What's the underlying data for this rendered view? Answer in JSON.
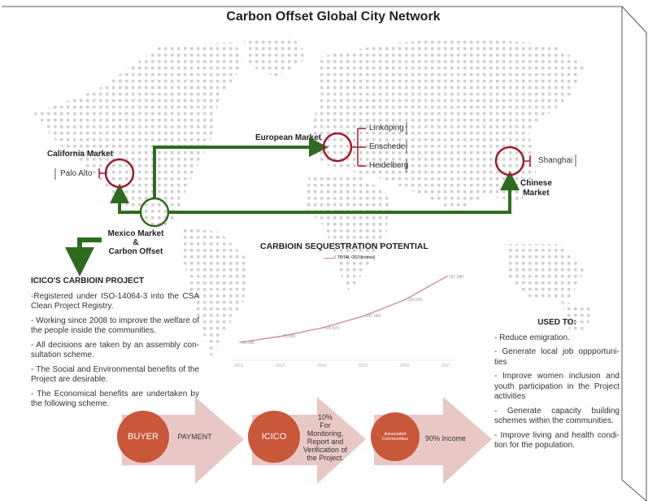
{
  "title": "Carbon Offset Global City Network",
  "markets": {
    "california": {
      "label": "California Market",
      "cities": [
        "Palo Alto"
      ]
    },
    "mexico": {
      "label_line1": "Mexico Market",
      "label_line2": "&",
      "label_line3": "Carbon Offset"
    },
    "european": {
      "label": "European Market",
      "cities": [
        "Linköping",
        "Enschede",
        "Heidelberg"
      ]
    },
    "chinese": {
      "label_line1": "Chinese",
      "label_line2": "Market",
      "cities": [
        "Shanghai"
      ]
    }
  },
  "colors": {
    "market_red": "#9b1b30",
    "offset_green": "#2f6b1e",
    "flow_circle": "#c9573a",
    "flow_arrow": "#e8c8c4",
    "chart_line": "#c98a85"
  },
  "chart_data": {
    "type": "line",
    "title": "CARBIOIN SEQUESTRATION POTENTIAL",
    "legend": [
      "TOTAL CO2 [tonnes]"
    ],
    "legend_position": "top",
    "categories": [
      "2012",
      "2013",
      "2014",
      "2015",
      "2016",
      "2017"
    ],
    "series": [
      {
        "name": "TOTAL CO2 [tonnes]",
        "values": [
          54288,
          75889,
          105815,
          147584,
          205540,
          287080
        ]
      }
    ],
    "value_labels": [
      "54.288",
      "75.889",
      "105.815",
      "147.584",
      "205.540",
      "287.080"
    ],
    "ylim": [
      0,
      300000
    ],
    "xlabel": "",
    "ylabel": ""
  },
  "project": {
    "heading": "ICICO'S CARBIOIN PROJECT",
    "items": [
      "-Registered under ISO-14064-3 into the CSA Clean Project Registry.",
      "- Working since 2008 to improve the welfare of the people inside the communities.",
      "- All decisions are taken by an assembly con-sultation scheme.",
      "- The Social and Environmental benefits of the Project are desirable.",
      "- The Economical benefits are undertaken by the following scheme."
    ]
  },
  "used_to": {
    "heading": "USED TO:",
    "items": [
      "- Reduce emigration.",
      "- Generate local job oppportuni-ties",
      "- Improve women inclusion and youth participation in the Project activities",
      "- Generate capacity building schemes within the communities.",
      "- Improve living and health condi-tion for the population."
    ]
  },
  "flow": [
    {
      "circle": "BUYER",
      "text_lines": [
        "PAYMENT"
      ]
    },
    {
      "circle": "ICICO",
      "text_lines": [
        "10%",
        "For Monitoring, Report and Verification of the Project."
      ]
    },
    {
      "circle": "Associated Communities",
      "text_lines": [
        "90% Income"
      ]
    }
  ]
}
